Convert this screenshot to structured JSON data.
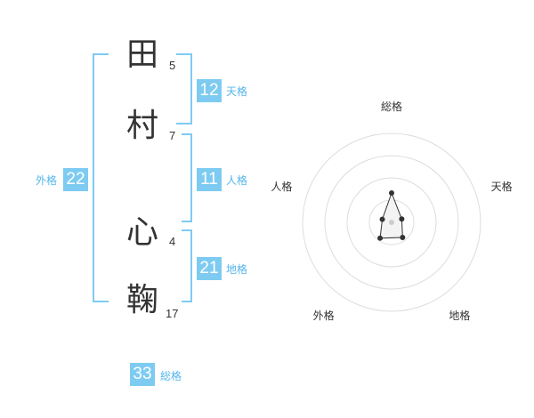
{
  "name": {
    "characters": [
      {
        "char": "田",
        "strokes": "5"
      },
      {
        "char": "村",
        "strokes": "7"
      },
      {
        "char": "心",
        "strokes": "4"
      },
      {
        "char": "鞠",
        "strokes": "17"
      }
    ]
  },
  "fortunes": {
    "tenkaku": {
      "label": "天格",
      "value": "12"
    },
    "jinkaku": {
      "label": "人格",
      "value": "11"
    },
    "chikaku": {
      "label": "地格",
      "value": "21"
    },
    "gaikaku": {
      "label": "外格",
      "value": "22"
    },
    "soukaku": {
      "label": "総格",
      "value": "33"
    }
  },
  "chart_data": {
    "type": "radar",
    "axes": [
      "総格",
      "天格",
      "地格",
      "外格",
      "人格"
    ],
    "values": [
      33,
      12,
      21,
      22,
      11
    ],
    "range": [
      0,
      100
    ],
    "rings": 4,
    "colors": {
      "fill": "#f0f0f0",
      "line": "#333333",
      "grid": "#dddddd",
      "accent": "#7ecbf2"
    }
  }
}
